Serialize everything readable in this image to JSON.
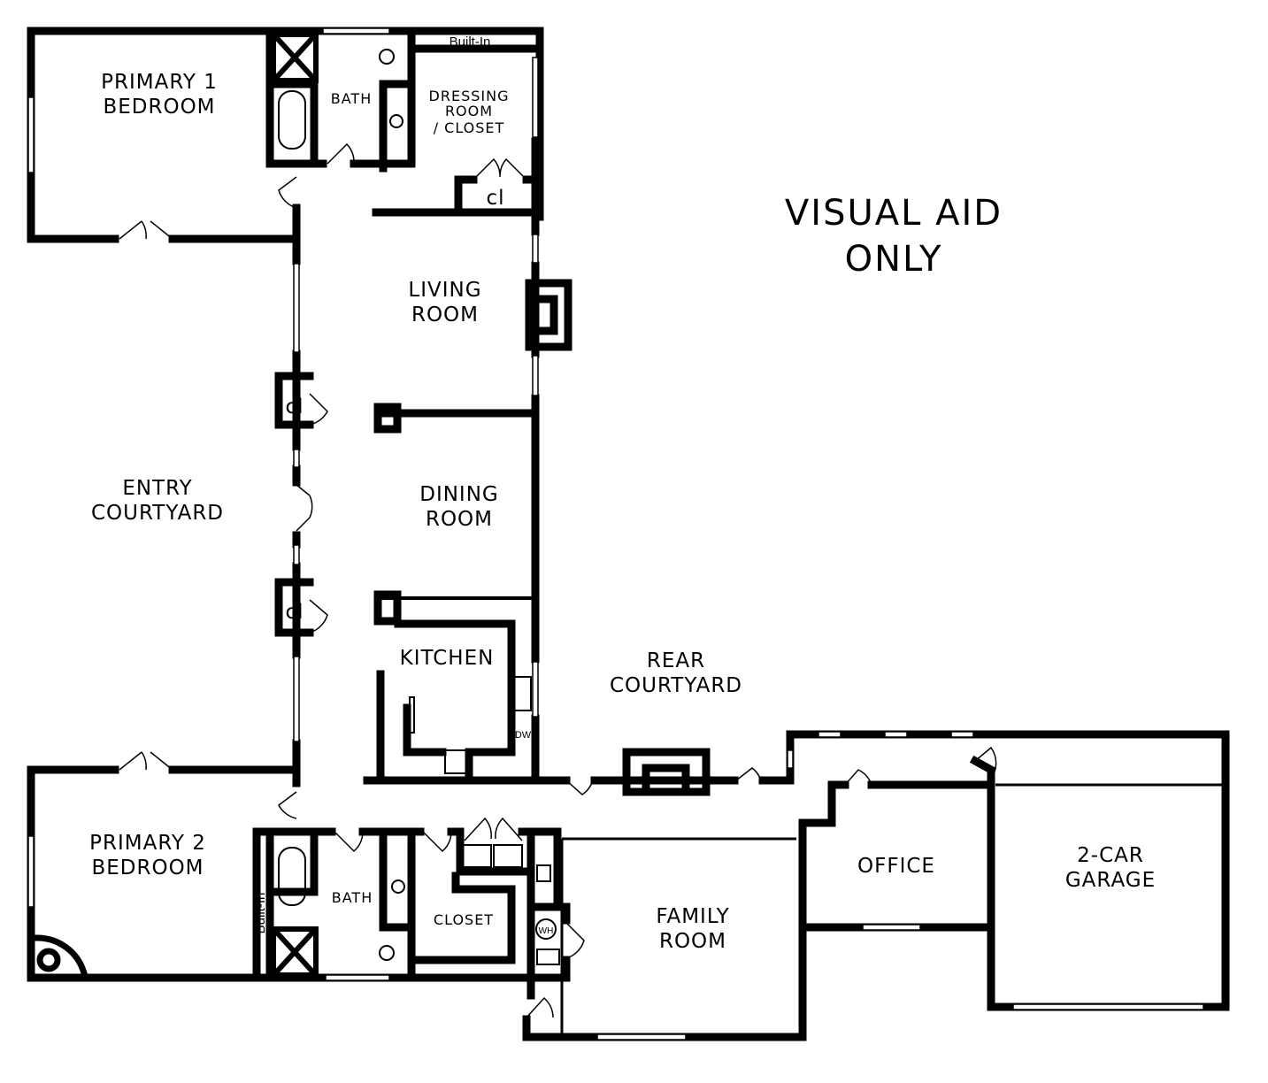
{
  "title": {
    "line1": "VISUAL AID",
    "line2": "ONLY"
  },
  "rooms": {
    "primary1": [
      "PRIMARY 1",
      "BEDROOM"
    ],
    "bath1": "BATH",
    "dressing": [
      "DRESSING",
      "ROOM",
      "/ CLOSET"
    ],
    "builtin_top": "Built-In",
    "closet_cl_top": "cl",
    "living": [
      "LIVING",
      "ROOM"
    ],
    "closet_cl_mid": "cl",
    "closet_cl_low": "cl",
    "entry": [
      "ENTRY",
      "COURTYARD"
    ],
    "dining": [
      "DINING",
      "ROOM"
    ],
    "kitchen": "KITCHEN",
    "dw": "DW",
    "rear": [
      "REAR",
      "COURTYARD"
    ],
    "primary2": [
      "PRIMARY 2",
      "BEDROOM"
    ],
    "builtin_side": "Built-In",
    "bath2": "BATH",
    "closet": "CLOSET",
    "wh": "WH",
    "family": [
      "FAMILY",
      "ROOM"
    ],
    "office": "OFFICE",
    "garage": [
      "2-CAR",
      "GARAGE"
    ]
  }
}
